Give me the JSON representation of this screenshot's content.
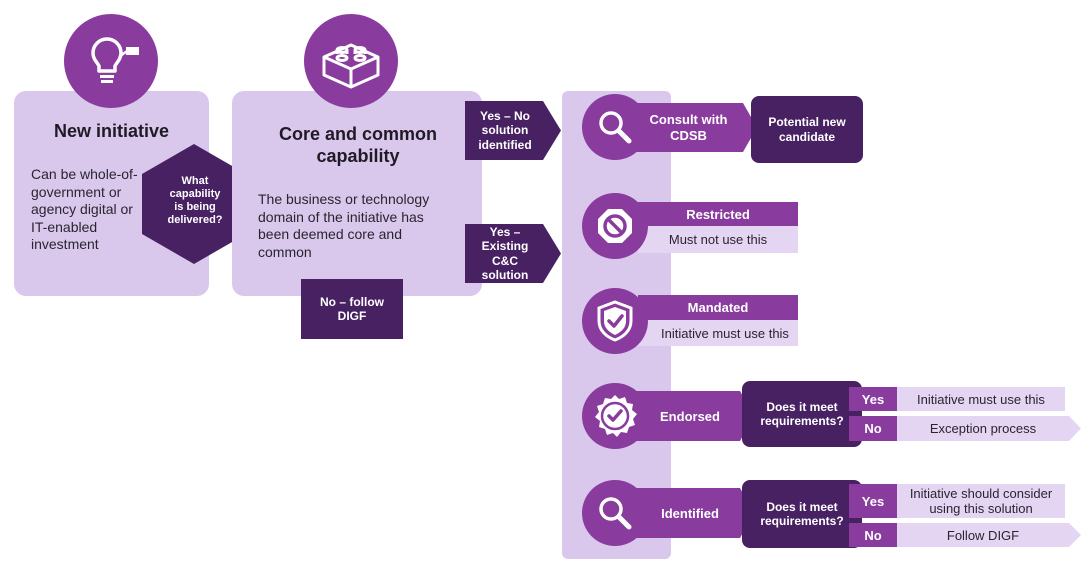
{
  "new_initiative": {
    "title": "New initiative",
    "description": "Can be whole-of-government or agency digital or IT-enabled investment",
    "icon": "lightbulb-icon"
  },
  "decision_hex": {
    "label": "What capability is being delivered?"
  },
  "core_capability": {
    "title": "Core and common capability",
    "description": "The business or technology domain of the initiative has been deemed core and common",
    "icon": "building-block-icon"
  },
  "no_follow": {
    "label": "No – follow DIGF"
  },
  "branch_no_solution": {
    "label": "Yes – No solution identified"
  },
  "branch_existing": {
    "label": "Yes – Existing C&C solution"
  },
  "consult": {
    "label": "Consult with CDSB",
    "result": "Potential new candidate",
    "icon": "magnifier-icon"
  },
  "restricted": {
    "label": "Restricted",
    "detail": "Must not use this",
    "icon": "prohibited-icon"
  },
  "mandated": {
    "label": "Mandated",
    "detail": "Initiative must use this",
    "icon": "shield-check-icon"
  },
  "endorsed": {
    "label": "Endorsed",
    "question": "Does it meet requirements?",
    "yes_label": "Yes",
    "yes_result": "Initiative must use this",
    "no_label": "No",
    "no_result": "Exception process",
    "icon": "badge-check-icon"
  },
  "identified": {
    "label": "Identified",
    "question": "Does it meet requirements?",
    "yes_label": "Yes",
    "yes_result": "Initiative should consider using this solution",
    "no_label": "No",
    "no_result": "Follow DIGF",
    "icon": "magnifier-icon"
  },
  "colors": {
    "primary_purple": "#8a3b9e",
    "dark_purple": "#482163",
    "light_lavender": "#d9c8ec"
  }
}
